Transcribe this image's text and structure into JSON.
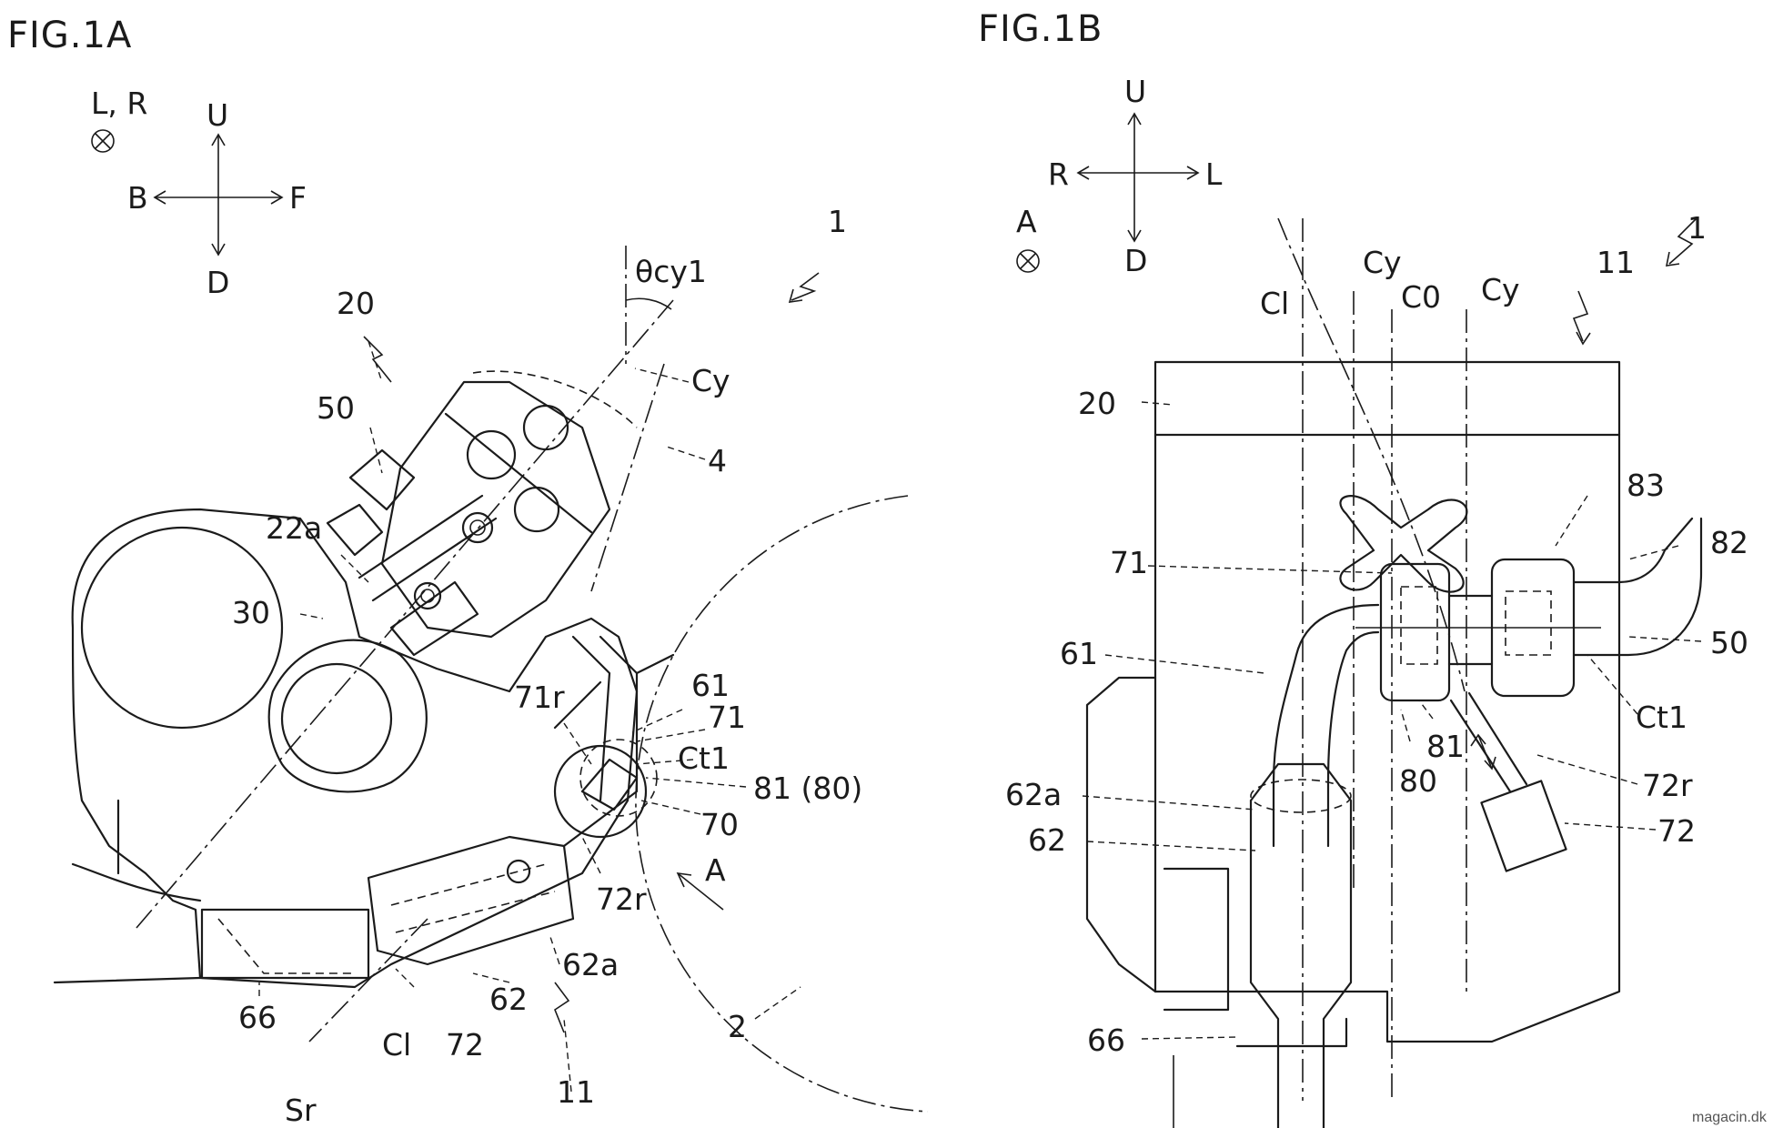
{
  "fig1a": {
    "title": "FIG.1A",
    "directions": {
      "lr": "L, R",
      "up": "U",
      "down": "D",
      "back": "B",
      "front": "F"
    },
    "labels": {
      "l1": "1",
      "theta": "θcy1",
      "l20": "20",
      "cy": "Cy",
      "l50": "50",
      "l4": "4",
      "l22a": "22a",
      "l30": "30",
      "l61": "61",
      "l71r": "71r",
      "l71": "71",
      "ct1": "Ct1",
      "l81": "81 (80)",
      "l70": "70",
      "a": "A",
      "l72r": "72r",
      "l62a": "62a",
      "l62": "62",
      "l66": "66",
      "cl": "Cl",
      "l72": "72",
      "l2": "2",
      "sr": "Sr",
      "l11": "11"
    }
  },
  "fig1b": {
    "title": "FIG.1B",
    "directions": {
      "up": "U",
      "down": "D",
      "right": "R",
      "left": "L",
      "a": "A"
    },
    "labels": {
      "cy1": "Cy",
      "l11": "11",
      "l1": "1",
      "cl": "Cl",
      "c0": "C0",
      "cy2": "Cy",
      "l20": "20",
      "l83": "83",
      "l71": "71",
      "l82": "82",
      "l61": "61",
      "l50": "50",
      "ct1": "Ct1",
      "l81": "81",
      "l80": "80",
      "l72r": "72r",
      "l62a": "62a",
      "l72": "72",
      "l62": "62",
      "l66": "66"
    }
  },
  "watermark": "magacin.dk"
}
